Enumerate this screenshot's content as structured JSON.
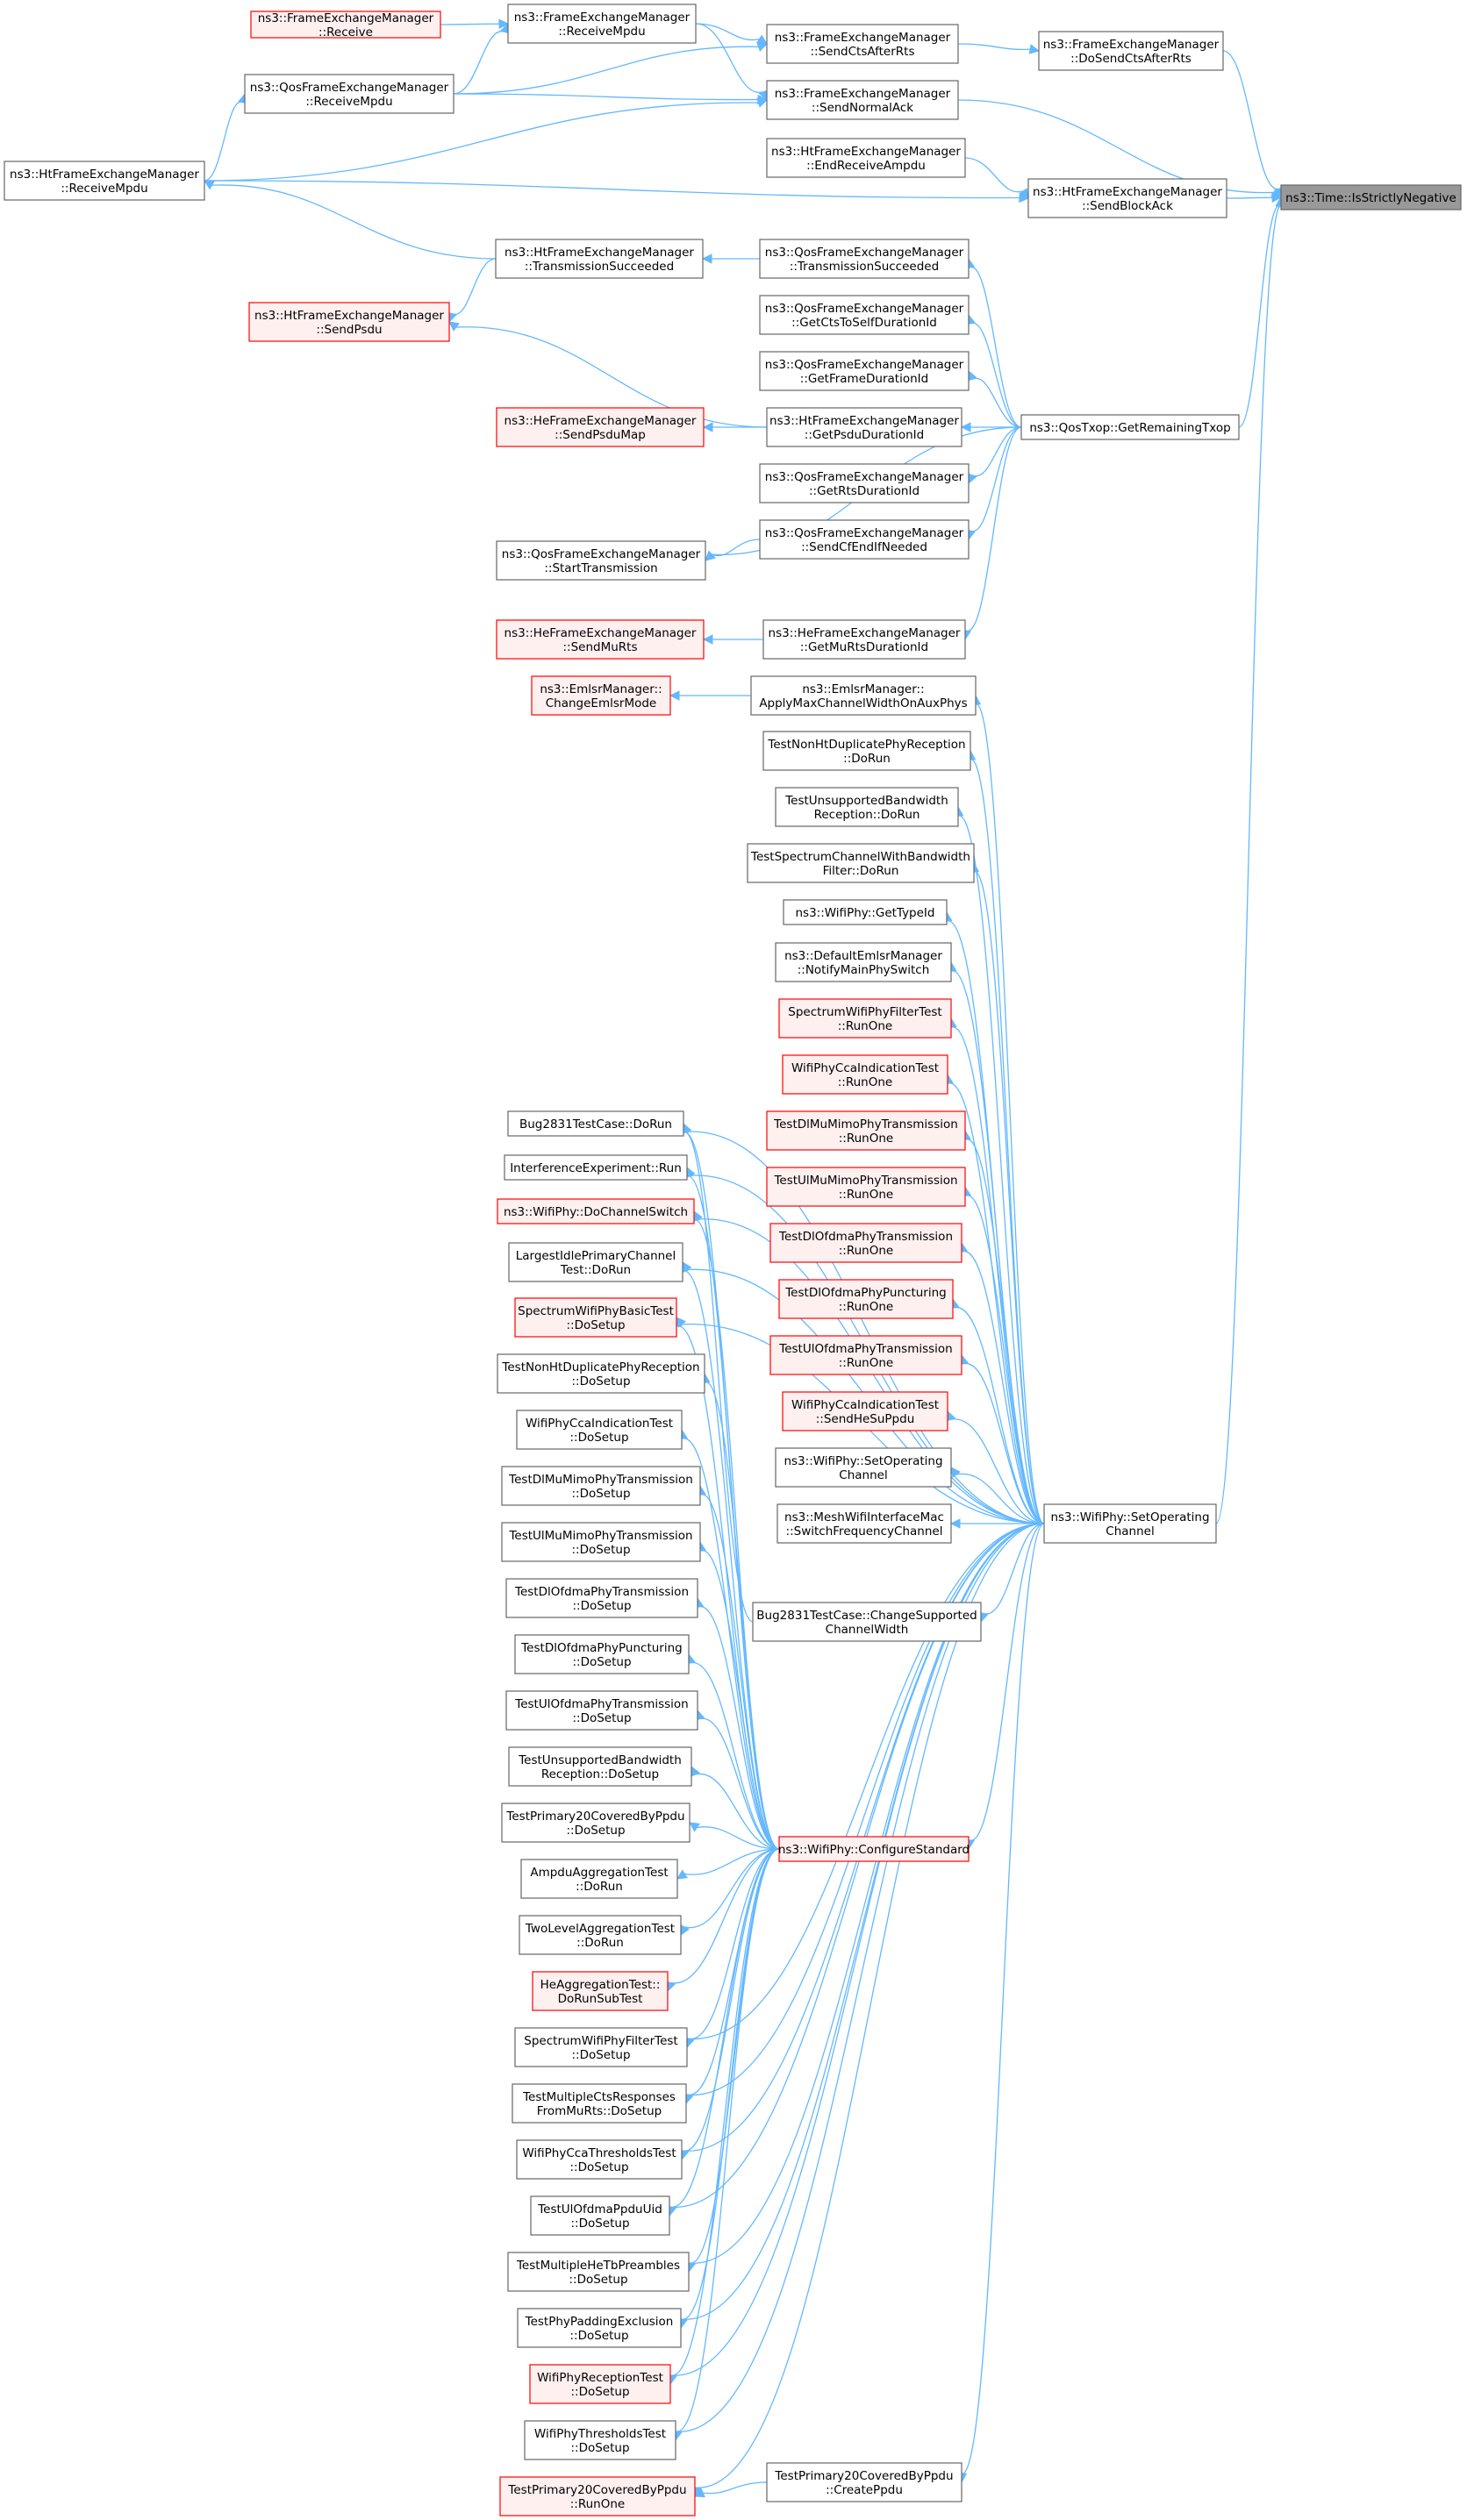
{
  "graph": {
    "title": "ns3::Time::IsStrictlyNegative call graph",
    "colors": {
      "edge": "#63b8ff",
      "normal_fill": "#ffffff",
      "normal_stroke": "#666666",
      "truncated_fill": "#fff0f0",
      "truncated_stroke": "#ff0000",
      "root_fill": "#999999",
      "root_stroke": "#666666"
    },
    "nodes": [
      {
        "id": "root",
        "lines": [
          "ns3::Time::IsStrictlyNegative"
        ],
        "kind": "root"
      },
      {
        "id": "doSendCts",
        "lines": [
          "ns3::FrameExchangeManager",
          "::DoSendCtsAfterRts"
        ],
        "kind": "normal"
      },
      {
        "id": "sendCtsAfterRts",
        "lines": [
          "ns3::FrameExchangeManager",
          "::SendCtsAfterRts"
        ],
        "kind": "normal"
      },
      {
        "id": "feReceiveMpdu",
        "lines": [
          "ns3::FrameExchangeManager",
          "::ReceiveMpdu"
        ],
        "kind": "normal"
      },
      {
        "id": "feReceive",
        "lines": [
          "ns3::FrameExchangeManager",
          "::Receive"
        ],
        "kind": "truncated"
      },
      {
        "id": "qosReceiveMpdu",
        "lines": [
          "ns3::QosFrameExchangeManager",
          "::ReceiveMpdu"
        ],
        "kind": "normal"
      },
      {
        "id": "htReceiveMpdu",
        "lines": [
          "ns3::HtFrameExchangeManager",
          "::ReceiveMpdu"
        ],
        "kind": "normal"
      },
      {
        "id": "sendNormalAck",
        "lines": [
          "ns3::FrameExchangeManager",
          "::SendNormalAck"
        ],
        "kind": "normal"
      },
      {
        "id": "endReceiveAmpdu",
        "lines": [
          "ns3::HtFrameExchangeManager",
          "::EndReceiveAmpdu"
        ],
        "kind": "normal"
      },
      {
        "id": "sendBlockAck",
        "lines": [
          "ns3::HtFrameExchangeManager",
          "::SendBlockAck"
        ],
        "kind": "normal"
      },
      {
        "id": "htTxSucceeded",
        "lines": [
          "ns3::HtFrameExchangeManager",
          "::TransmissionSucceeded"
        ],
        "kind": "normal"
      },
      {
        "id": "qosTxSucceeded",
        "lines": [
          "ns3::QosFrameExchangeManager",
          "::TransmissionSucceeded"
        ],
        "kind": "normal"
      },
      {
        "id": "htSendPsdu",
        "lines": [
          "ns3::HtFrameExchangeManager",
          "::SendPsdu"
        ],
        "kind": "truncated"
      },
      {
        "id": "getCtsToSelf",
        "lines": [
          "ns3::QosFrameExchangeManager",
          "::GetCtsToSelfDurationId"
        ],
        "kind": "normal"
      },
      {
        "id": "getFrameDur",
        "lines": [
          "ns3::QosFrameExchangeManager",
          "::GetFrameDurationId"
        ],
        "kind": "normal"
      },
      {
        "id": "heSendPsduMap",
        "lines": [
          "ns3::HeFrameExchangeManager",
          "::SendPsduMap"
        ],
        "kind": "truncated"
      },
      {
        "id": "getPsduDur",
        "lines": [
          "ns3::HtFrameExchangeManager",
          "::GetPsduDurationId"
        ],
        "kind": "normal"
      },
      {
        "id": "getRemainingTxop",
        "lines": [
          "ns3::QosTxop::GetRemainingTxop"
        ],
        "kind": "normal"
      },
      {
        "id": "getRtsDur",
        "lines": [
          "ns3::QosFrameExchangeManager",
          "::GetRtsDurationId"
        ],
        "kind": "normal"
      },
      {
        "id": "sendCfEnd",
        "lines": [
          "ns3::QosFrameExchangeManager",
          "::SendCfEndIfNeeded"
        ],
        "kind": "normal"
      },
      {
        "id": "startTx",
        "lines": [
          "ns3::QosFrameExchangeManager",
          "::StartTransmission"
        ],
        "kind": "normal"
      },
      {
        "id": "heSendMuRts",
        "lines": [
          "ns3::HeFrameExchangeManager",
          "::SendMuRts"
        ],
        "kind": "truncated"
      },
      {
        "id": "getMuRtsDur",
        "lines": [
          "ns3::HeFrameExchangeManager",
          "::GetMuRtsDurationId"
        ],
        "kind": "normal"
      },
      {
        "id": "changeEmlsr",
        "lines": [
          "ns3::EmlsrManager::",
          "ChangeEmlsrMode"
        ],
        "kind": "truncated"
      },
      {
        "id": "applyMaxCw",
        "lines": [
          "ns3::EmlsrManager::",
          "ApplyMaxChannelWidthOnAuxPhys"
        ],
        "kind": "normal"
      },
      {
        "id": "tNonHtDupDoRun",
        "lines": [
          "TestNonHtDuplicatePhyReception",
          "::DoRun"
        ],
        "kind": "normal"
      },
      {
        "id": "tUnsupBwDoRun",
        "lines": [
          "TestUnsupportedBandwidth",
          "Reception::DoRun"
        ],
        "kind": "normal"
      },
      {
        "id": "tSpecChanBw",
        "lines": [
          "TestSpectrumChannelWithBandwidth",
          "Filter::DoRun"
        ],
        "kind": "normal"
      },
      {
        "id": "wifiGetTypeId",
        "lines": [
          "ns3::WifiPhy::GetTypeId"
        ],
        "kind": "normal"
      },
      {
        "id": "notifyMainPhy",
        "lines": [
          "ns3::DefaultEmlsrManager",
          "::NotifyMainPhySwitch"
        ],
        "kind": "normal"
      },
      {
        "id": "specFilterRunOne",
        "lines": [
          "SpectrumWifiPhyFilterTest",
          "::RunOne"
        ],
        "kind": "truncated"
      },
      {
        "id": "ccaIndRunOne",
        "lines": [
          "WifiPhyCcaIndicationTest",
          "::RunOne"
        ],
        "kind": "truncated"
      },
      {
        "id": "dlMuMimoRunOne",
        "lines": [
          "TestDlMuMimoPhyTransmission",
          "::RunOne"
        ],
        "kind": "truncated"
      },
      {
        "id": "ulMuMimoRunOne",
        "lines": [
          "TestUlMuMimoPhyTransmission",
          "::RunOne"
        ],
        "kind": "truncated"
      },
      {
        "id": "dlOfdmaRunOne",
        "lines": [
          "TestDlOfdmaPhyTransmission",
          "::RunOne"
        ],
        "kind": "truncated"
      },
      {
        "id": "dlPunctRunOne",
        "lines": [
          "TestDlOfdmaPhyPuncturing",
          "::RunOne"
        ],
        "kind": "truncated"
      },
      {
        "id": "ulOfdmaRunOne",
        "lines": [
          "TestUlOfdmaPhyTransmission",
          "::RunOne"
        ],
        "kind": "truncated"
      },
      {
        "id": "ccaSendHeSu",
        "lines": [
          "WifiPhyCcaIndicationTest",
          "::SendHeSuPpdu"
        ],
        "kind": "truncated"
      },
      {
        "id": "setOpChanA",
        "lines": [
          "ns3::WifiPhy::SetOperating",
          "Channel"
        ],
        "kind": "normal"
      },
      {
        "id": "meshSwitchFreq",
        "lines": [
          "ns3::MeshWifiInterfaceMac",
          "::SwitchFrequencyChannel"
        ],
        "kind": "normal"
      },
      {
        "id": "setOpChan",
        "lines": [
          "ns3::WifiPhy::SetOperating",
          "Channel"
        ],
        "kind": "normal"
      },
      {
        "id": "bugChangeCw",
        "lines": [
          "Bug2831TestCase::ChangeSupported",
          "ChannelWidth"
        ],
        "kind": "normal"
      },
      {
        "id": "bugDoRun",
        "lines": [
          "Bug2831TestCase::DoRun"
        ],
        "kind": "normal"
      },
      {
        "id": "interfRun",
        "lines": [
          "InterferenceExperiment::Run"
        ],
        "kind": "normal"
      },
      {
        "id": "doChanSwitch",
        "lines": [
          "ns3::WifiPhy::DoChannelSwitch"
        ],
        "kind": "truncated"
      },
      {
        "id": "largestIdle",
        "lines": [
          "LargestIdlePrimaryChannel",
          "Test::DoRun"
        ],
        "kind": "normal"
      },
      {
        "id": "specBasicSetup",
        "lines": [
          "SpectrumWifiPhyBasicTest",
          "::DoSetup"
        ],
        "kind": "truncated"
      },
      {
        "id": "nonHtDupSetup",
        "lines": [
          "TestNonHtDuplicatePhyReception",
          "::DoSetup"
        ],
        "kind": "normal"
      },
      {
        "id": "ccaIndSetup",
        "lines": [
          "WifiPhyCcaIndicationTest",
          "::DoSetup"
        ],
        "kind": "normal"
      },
      {
        "id": "dlMuMimoSetup",
        "lines": [
          "TestDlMuMimoPhyTransmission",
          "::DoSetup"
        ],
        "kind": "normal"
      },
      {
        "id": "ulMuMimoSetup",
        "lines": [
          "TestUlMuMimoPhyTransmission",
          "::DoSetup"
        ],
        "kind": "normal"
      },
      {
        "id": "dlOfdmaSetup",
        "lines": [
          "TestDlOfdmaPhyTransmission",
          "::DoSetup"
        ],
        "kind": "normal"
      },
      {
        "id": "dlPunctSetup",
        "lines": [
          "TestDlOfdmaPhyPuncturing",
          "::DoSetup"
        ],
        "kind": "normal"
      },
      {
        "id": "ulOfdmaSetup",
        "lines": [
          "TestUlOfdmaPhyTransmission",
          "::DoSetup"
        ],
        "kind": "normal"
      },
      {
        "id": "unsupBwSetup",
        "lines": [
          "TestUnsupportedBandwidth",
          "Reception::DoSetup"
        ],
        "kind": "normal"
      },
      {
        "id": "primary20Setup",
        "lines": [
          "TestPrimary20CoveredByPpdu",
          "::DoSetup"
        ],
        "kind": "normal"
      },
      {
        "id": "configStd",
        "lines": [
          "ns3::WifiPhy::ConfigureStandard"
        ],
        "kind": "truncated"
      },
      {
        "id": "ampduAgg",
        "lines": [
          "AmpduAggregationTest",
          "::DoRun"
        ],
        "kind": "normal"
      },
      {
        "id": "twoLevelAgg",
        "lines": [
          "TwoLevelAggregationTest",
          "::DoRun"
        ],
        "kind": "normal"
      },
      {
        "id": "heAggSub",
        "lines": [
          "HeAggregationTest::",
          "DoRunSubTest"
        ],
        "kind": "truncated"
      },
      {
        "id": "specFilterSetup",
        "lines": [
          "SpectrumWifiPhyFilterTest",
          "::DoSetup"
        ],
        "kind": "normal"
      },
      {
        "id": "multiCtsSetup",
        "lines": [
          "TestMultipleCtsResponses",
          "FromMuRts::DoSetup"
        ],
        "kind": "normal"
      },
      {
        "id": "ccaThreshSetup",
        "lines": [
          "WifiPhyCcaThresholdsTest",
          "::DoSetup"
        ],
        "kind": "normal"
      },
      {
        "id": "ulOfdmaUidSetup",
        "lines": [
          "TestUlOfdmaPpduUid",
          "::DoSetup"
        ],
        "kind": "normal"
      },
      {
        "id": "multiHeTbSetup",
        "lines": [
          "TestMultipleHeTbPreambles",
          "::DoSetup"
        ],
        "kind": "normal"
      },
      {
        "id": "padExclSetup",
        "lines": [
          "TestPhyPaddingExclusion",
          "::DoSetup"
        ],
        "kind": "normal"
      },
      {
        "id": "rxTestSetup",
        "lines": [
          "WifiPhyReceptionTest",
          "::DoSetup"
        ],
        "kind": "truncated"
      },
      {
        "id": "threshSetup",
        "lines": [
          "WifiPhyThresholdsTest",
          "::DoSetup"
        ],
        "kind": "normal"
      },
      {
        "id": "primary20Create",
        "lines": [
          "TestPrimary20CoveredByPpdu",
          "::CreatePpdu"
        ],
        "kind": "normal"
      },
      {
        "id": "primary20RunOne",
        "lines": [
          "TestPrimary20CoveredByPpdu",
          "::RunOne"
        ],
        "kind": "truncated"
      }
    ],
    "edges": [
      [
        "doSendCts",
        "root"
      ],
      [
        "sendNormalAck",
        "root"
      ],
      [
        "sendBlockAck",
        "root"
      ],
      [
        "getRemainingTxop",
        "root"
      ],
      [
        "setOpChan",
        "root"
      ],
      [
        "sendCtsAfterRts",
        "doSendCts"
      ],
      [
        "feReceiveMpdu",
        "sendCtsAfterRts"
      ],
      [
        "qosReceiveMpdu",
        "sendCtsAfterRts"
      ],
      [
        "feReceive",
        "feReceiveMpdu"
      ],
      [
        "qosReceiveMpdu",
        "feReceiveMpdu"
      ],
      [
        "htReceiveMpdu",
        "qosReceiveMpdu"
      ],
      [
        "feReceiveMpdu",
        "sendNormalAck"
      ],
      [
        "qosReceiveMpdu",
        "sendNormalAck"
      ],
      [
        "htReceiveMpdu",
        "sendNormalAck"
      ],
      [
        "endReceiveAmpdu",
        "sendBlockAck"
      ],
      [
        "htReceiveMpdu",
        "sendBlockAck"
      ],
      [
        "qosTxSucceeded",
        "htTxSucceeded"
      ],
      [
        "htTxSucceeded",
        "htReceiveMpdu"
      ],
      [
        "htTxSucceeded",
        "htSendPsdu"
      ],
      [
        "getRemainingTxop",
        "qosTxSucceeded"
      ],
      [
        "getRemainingTxop",
        "getCtsToSelf"
      ],
      [
        "getRemainingTxop",
        "getFrameDur"
      ],
      [
        "getRemainingTxop",
        "getPsduDur"
      ],
      [
        "getRemainingTxop",
        "getRtsDur"
      ],
      [
        "getRemainingTxop",
        "sendCfEnd"
      ],
      [
        "getRemainingTxop",
        "startTx"
      ],
      [
        "getRemainingTxop",
        "getMuRtsDur"
      ],
      [
        "getPsduDur",
        "htSendPsdu"
      ],
      [
        "getPsduDur",
        "heSendPsduMap"
      ],
      [
        "sendCfEnd",
        "startTx"
      ],
      [
        "getMuRtsDur",
        "heSendMuRts"
      ],
      [
        "applyMaxCw",
        "changeEmlsr"
      ],
      [
        "setOpChan",
        "applyMaxCw"
      ],
      [
        "setOpChan",
        "tNonHtDupDoRun"
      ],
      [
        "setOpChan",
        "tUnsupBwDoRun"
      ],
      [
        "setOpChan",
        "tSpecChanBw"
      ],
      [
        "setOpChan",
        "wifiGetTypeId"
      ],
      [
        "setOpChan",
        "notifyMainPhy"
      ],
      [
        "setOpChan",
        "specFilterRunOne"
      ],
      [
        "setOpChan",
        "ccaIndRunOne"
      ],
      [
        "setOpChan",
        "dlMuMimoRunOne"
      ],
      [
        "setOpChan",
        "ulMuMimoRunOne"
      ],
      [
        "setOpChan",
        "dlOfdmaRunOne"
      ],
      [
        "setOpChan",
        "dlPunctRunOne"
      ],
      [
        "setOpChan",
        "ulOfdmaRunOne"
      ],
      [
        "setOpChan",
        "ccaSendHeSu"
      ],
      [
        "setOpChan",
        "setOpChanA"
      ],
      [
        "setOpChan",
        "meshSwitchFreq"
      ],
      [
        "setOpChan",
        "bugChangeCw"
      ],
      [
        "setOpChan",
        "bugDoRun"
      ],
      [
        "setOpChan",
        "interfRun"
      ],
      [
        "setOpChan",
        "doChanSwitch"
      ],
      [
        "setOpChan",
        "largestIdle"
      ],
      [
        "setOpChan",
        "specBasicSetup"
      ],
      [
        "setOpChan",
        "configStd"
      ],
      [
        "setOpChan",
        "specFilterSetup"
      ],
      [
        "setOpChan",
        "multiCtsSetup"
      ],
      [
        "setOpChan",
        "ccaThreshSetup"
      ],
      [
        "setOpChan",
        "ulOfdmaUidSetup"
      ],
      [
        "setOpChan",
        "multiHeTbSetup"
      ],
      [
        "setOpChan",
        "padExclSetup"
      ],
      [
        "setOpChan",
        "rxTestSetup"
      ],
      [
        "setOpChan",
        "threshSetup"
      ],
      [
        "setOpChan",
        "primary20Create"
      ],
      [
        "setOpChan",
        "primary20RunOne"
      ],
      [
        "bugChangeCw",
        "bugDoRun"
      ],
      [
        "configStd",
        "bugDoRun"
      ],
      [
        "configStd",
        "interfRun"
      ],
      [
        "configStd",
        "doChanSwitch"
      ],
      [
        "configStd",
        "largestIdle"
      ],
      [
        "configStd",
        "specBasicSetup"
      ],
      [
        "configStd",
        "nonHtDupSetup"
      ],
      [
        "configStd",
        "ccaIndSetup"
      ],
      [
        "configStd",
        "dlMuMimoSetup"
      ],
      [
        "configStd",
        "ulMuMimoSetup"
      ],
      [
        "configStd",
        "dlOfdmaSetup"
      ],
      [
        "configStd",
        "dlPunctSetup"
      ],
      [
        "configStd",
        "ulOfdmaSetup"
      ],
      [
        "configStd",
        "unsupBwSetup"
      ],
      [
        "configStd",
        "primary20Setup"
      ],
      [
        "configStd",
        "ampduAgg"
      ],
      [
        "configStd",
        "twoLevelAgg"
      ],
      [
        "configStd",
        "heAggSub"
      ],
      [
        "configStd",
        "specFilterSetup"
      ],
      [
        "configStd",
        "multiCtsSetup"
      ],
      [
        "configStd",
        "ccaThreshSetup"
      ],
      [
        "configStd",
        "ulOfdmaUidSetup"
      ],
      [
        "configStd",
        "multiHeTbSetup"
      ],
      [
        "configStd",
        "padExclSetup"
      ],
      [
        "configStd",
        "rxTestSetup"
      ],
      [
        "configStd",
        "threshSetup"
      ],
      [
        "primary20Create",
        "primary20RunOne"
      ]
    ]
  }
}
